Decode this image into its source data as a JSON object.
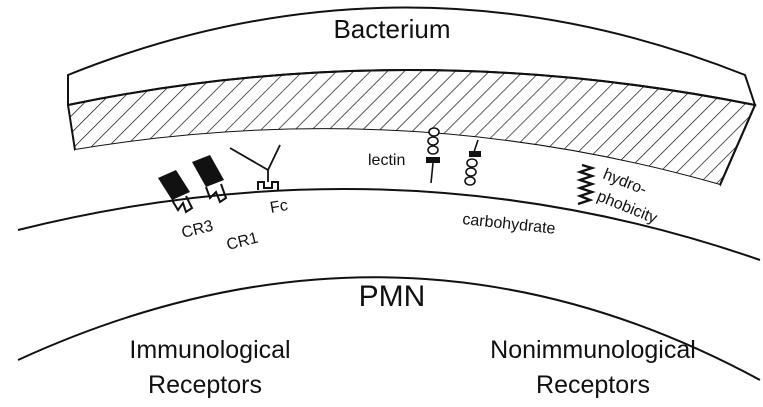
{
  "labels": {
    "bacterium": "Bacterium",
    "pmn": "PMN",
    "cr3": "CR3",
    "cr1": "CR1",
    "fc": "Fc",
    "lectin": "lectin",
    "carbohydrate": "carbohydrate",
    "hydro": "hydro-",
    "phobicity": "phobicity",
    "immuno_line1": "Immunological",
    "immuno_line2": "Receptors",
    "nonimmuno_line1": "Nonimmunological",
    "nonimmuno_line2": "Receptors"
  },
  "colors": {
    "ink": "#111111",
    "background": "#ffffff"
  }
}
